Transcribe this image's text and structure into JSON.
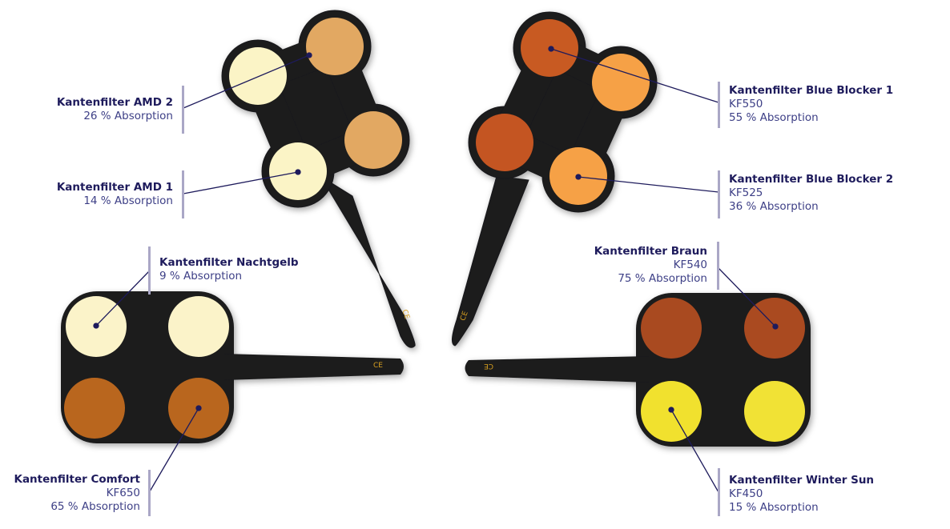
{
  "labels": [
    {
      "id": "amd2",
      "title": "Kantenfilter AMD 2",
      "line2": "26 % Absorption"
    },
    {
      "id": "amd1",
      "title": "Kantenfilter AMD 1",
      "line2": "14 % Absorption"
    },
    {
      "id": "nachtgelb",
      "title": "Kantenfilter Nachtgelb",
      "line2": "9 % Absorption"
    },
    {
      "id": "comfort",
      "title": "Kantenfilter Comfort",
      "code": "KF650",
      "line2": "65 % Absorption"
    },
    {
      "id": "bb1",
      "title": "Kantenfilter Blue Blocker 1",
      "code": "KF550",
      "line2": "55 % Absorption"
    },
    {
      "id": "bb2",
      "title": "Kantenfilter Blue Blocker 2",
      "code": "KF525",
      "line2": "36 % Absorption"
    },
    {
      "id": "braun",
      "title": "Kantenfilter Braun",
      "code": "KF540",
      "line2": "75 % Absorption"
    },
    {
      "id": "wintersun",
      "title": "Kantenfilter Winter Sun",
      "code": "KF450",
      "line2": "15 % Absorption"
    }
  ],
  "marks": {
    "ce": "CE"
  },
  "colors": {
    "title": "#1e1b5c",
    "text": "#3d3f86",
    "bar": "#aaa7c6",
    "leader": "#1e1b5c",
    "paddle": "#1a1a1c",
    "amd1": "#fbf4c6",
    "amd2": "#e2a862",
    "nachtgelb": "#fbf3c9",
    "comfort": "#b9661e",
    "bb1": "#c85a22",
    "bb2": "#f6a146",
    "braun": "#a94a20",
    "wintersun": "#f1e12e"
  }
}
